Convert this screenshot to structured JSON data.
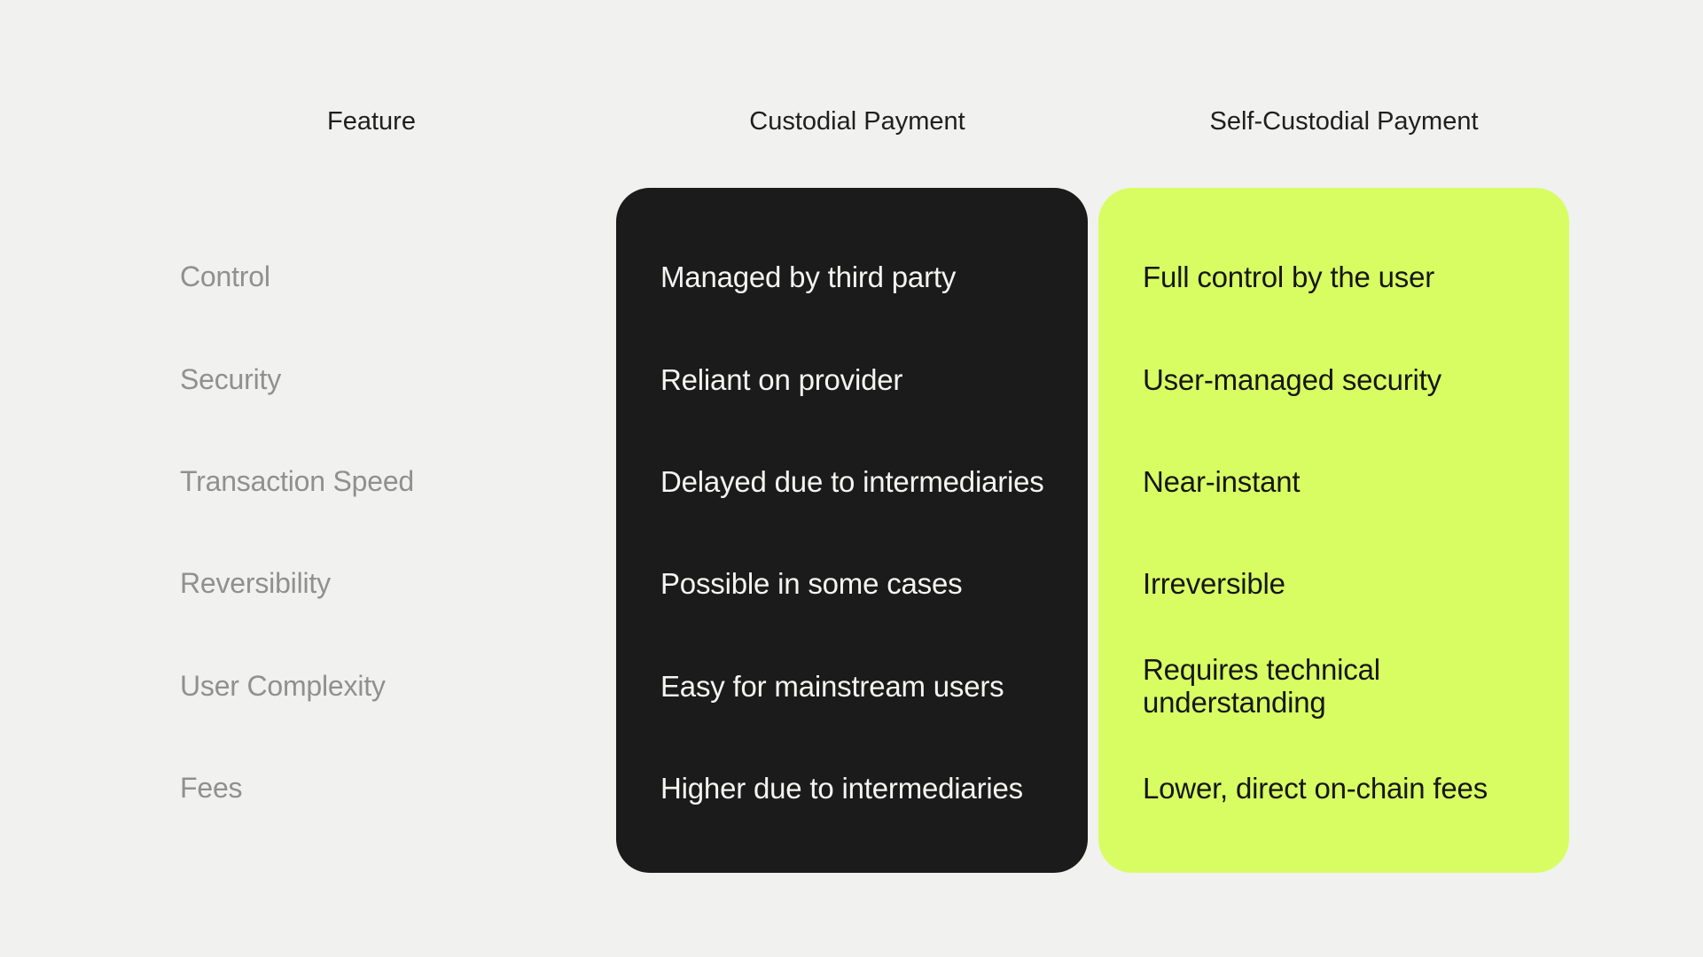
{
  "chart_data": {
    "type": "table",
    "columns": [
      "Feature",
      "Custodial Payment",
      "Self-Custodial Payment"
    ],
    "rows": [
      {
        "feature": "Control",
        "custodial": "Managed by third party",
        "self_custodial": "Full control by the user"
      },
      {
        "feature": "Security",
        "custodial": "Reliant on provider",
        "self_custodial": "User-managed security"
      },
      {
        "feature": "Transaction Speed",
        "custodial": "Delayed due to intermediaries",
        "self_custodial": "Near-instant"
      },
      {
        "feature": "Reversibility",
        "custodial": "Possible in some cases",
        "self_custodial": "Irreversible"
      },
      {
        "feature": "User Complexity",
        "custodial": "Easy for mainstream users",
        "self_custodial": "Requires technical\nunderstanding"
      },
      {
        "feature": "Fees",
        "custodial": "Higher due to intermediaries",
        "self_custodial": "Lower, direct on-chain fees"
      }
    ],
    "layout": "three-column comparison table; middle column on dark rounded card, right column on lime rounded card"
  },
  "colors": {
    "page_background": "#f1f1ef",
    "custodial_card": "#1b1b1b",
    "custodial_text": "#f4f4f2",
    "self_custodial_card": "#d8fd63",
    "self_custodial_text": "#161616",
    "feature_label": "#909090",
    "header_text": "#1f1f1f"
  }
}
